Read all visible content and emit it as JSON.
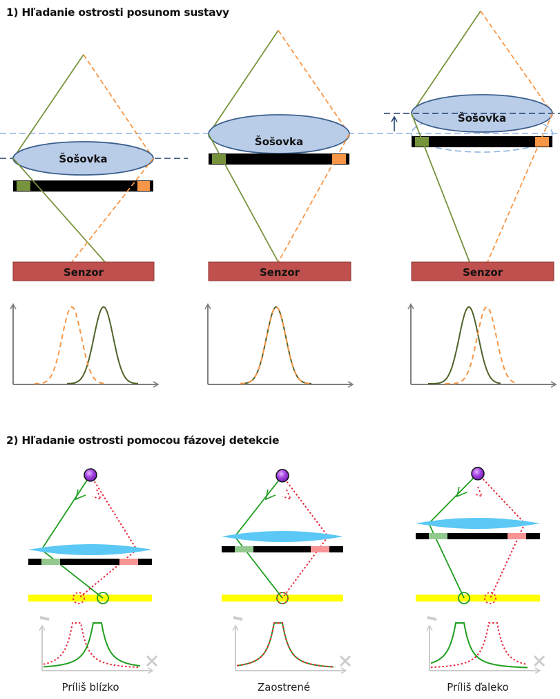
{
  "section1": {
    "title": "1) Hľadanie ostrosti posunom sustavy",
    "lens_label": "Šošovka",
    "sensor_label": "Senzor",
    "panels": [
      {
        "id": "too-close",
        "lens_shifted": false
      },
      {
        "id": "focused",
        "lens_shifted": false
      },
      {
        "id": "too-far",
        "lens_shifted": true,
        "shift_arrow": "up-arrow-icon"
      }
    ]
  },
  "section2": {
    "title": "2) Hľadanie ostrosti pomocou fázovej detekcie",
    "axis_y_label": "I",
    "axis_x_label": "X",
    "panels": [
      {
        "id": "too-close",
        "caption": "Príliš blízko"
      },
      {
        "id": "focused",
        "caption": "Zaostrené"
      },
      {
        "id": "too-far",
        "caption": "Príliš ďaleko"
      }
    ]
  },
  "colors": {
    "green_ray": "#77933c",
    "orange_ray": "#f79646",
    "lens_fill": "#b9cde8",
    "lens_stroke": "#3b5e8c",
    "dark_dash": "#1f3f6e",
    "light_dash": "#8db3e2",
    "sensor_fill": "#c0504d",
    "sensor_stroke": "#8c3836",
    "bar_black": "#000000",
    "curve_green_dark": "#4f6228",
    "axis_gray": "#7f7f7f",
    "pd_green": "#1e9e1e",
    "pd_red": "#e8263a",
    "pd_lens": "#5bc8f5",
    "pd_bar_green": "#93c98f",
    "pd_bar_red": "#f79494",
    "pd_sensor": "#ffff00",
    "pd_ball": "#9b30d9",
    "pd_axis": "#cccccc"
  }
}
